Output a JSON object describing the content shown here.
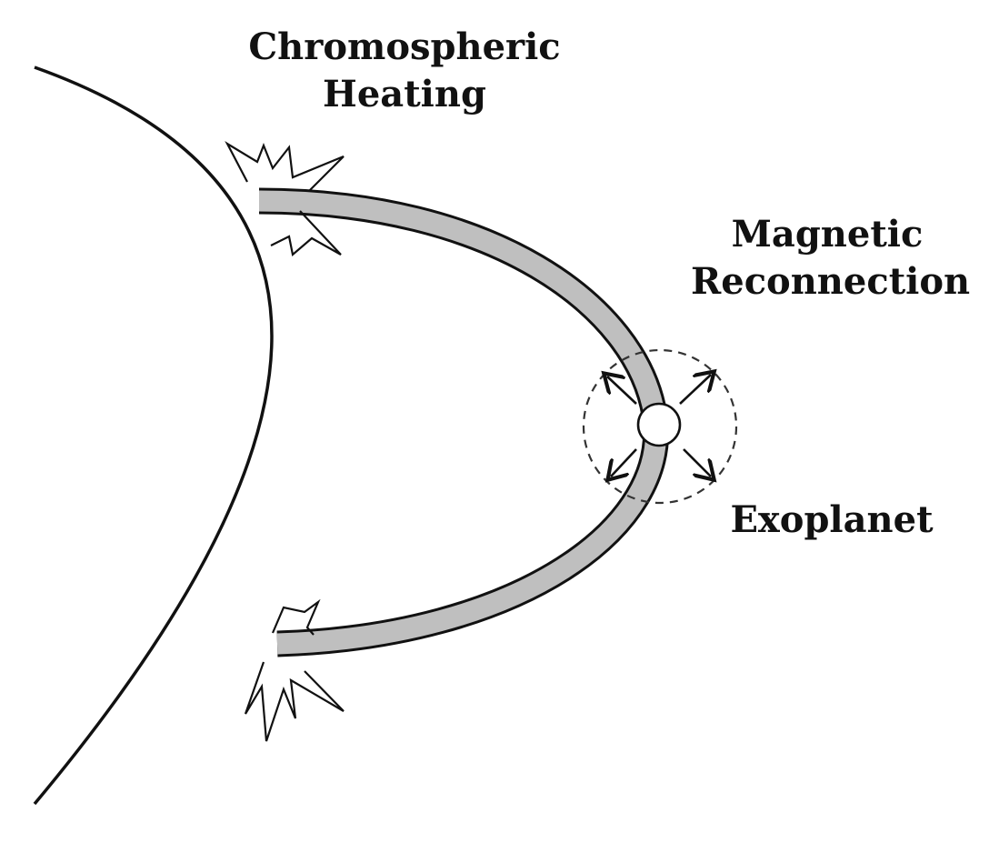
{
  "labels": {
    "chromospheric_heating": [
      "Chromospheric",
      "Heating"
    ],
    "magnetic_reconnection": [
      "Magnetic",
      "Reconnection"
    ],
    "exoplanet": "Exoplanet"
  },
  "colors": {
    "line": "#111111",
    "loop_fill": "#bfbfbf",
    "background": "#ffffff"
  },
  "icons": {
    "heating_bursts": "zigzag-burst",
    "reconnection_arrows": "outward-arrows"
  }
}
